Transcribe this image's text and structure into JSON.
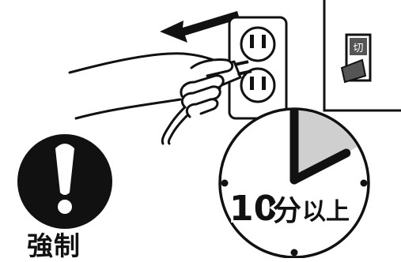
{
  "mandatory_sign": {
    "icon": "exclamation-mark-icon",
    "label": "強制",
    "color": "#111111"
  },
  "breaker_switch": {
    "icon": "breaker-switch-icon",
    "off_label": "切"
  },
  "unplug_action": {
    "icon": "pull-arrow-icon",
    "hand_icon": "hand-pulling-plug-icon",
    "outlet_icon": "wall-outlet-icon"
  },
  "timer": {
    "icon": "clock-icon",
    "value": "10",
    "unit": "分",
    "suffix": "以上",
    "elapsed_minutes": 10,
    "wedge_color": "#cfcfcf"
  }
}
